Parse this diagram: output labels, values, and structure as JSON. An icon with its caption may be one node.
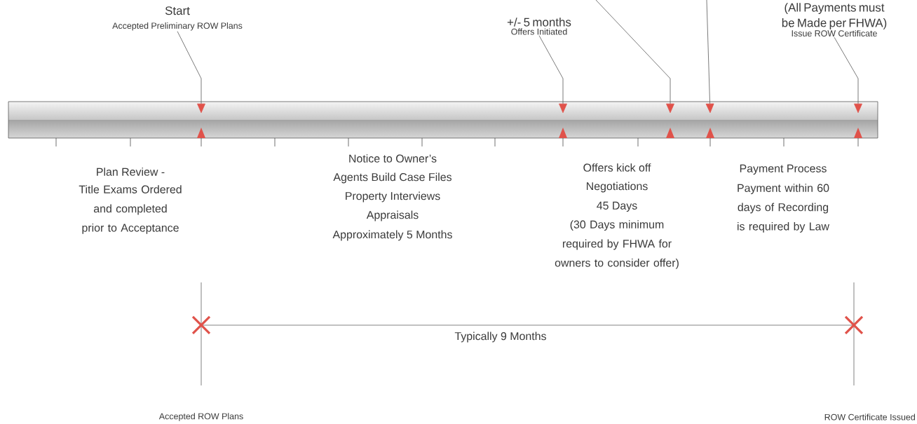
{
  "diagram": {
    "nodes": [
      {
        "text": [
          "Start",
          "Accepted Preliminary ROW Plans"
        ]
      },
      {
        "text": [
          "+/- 5 months",
          "Offers Initiated"
        ]
      },
      {
        "text": [
          "(All Payments must be Made per FHWA)",
          "Issue ROW Certificate"
        ]
      },
      {
        "text": [],
        "shape": "triangle"
      },
      {
        "text": [],
        "shape": "triangle"
      },
      {
        "text": [],
        "shape": "triangle"
      },
      {
        "text": [],
        "shape": "triangle"
      },
      {
        "text": [],
        "shape": "triangle"
      }
    ],
    "edges": [
      {
        "from": 0,
        "to": 3,
        "arrow": "to"
      },
      {
        "from": 1,
        "to": 4,
        "arrow": "to"
      },
      {
        "from": null,
        "to": 5,
        "arrow": "to"
      },
      {
        "from": null,
        "to": 6,
        "arrow": "to"
      },
      {
        "from": 2,
        "to": 7,
        "arrow": "to"
      }
    ],
    "labels": [
      "Plan Review -",
      "Title Exams Ordered and completed prior to Acceptance",
      "Notice to Owner’s",
      "Agents Build Case Files",
      "Property Interviews",
      "Appraisals",
      "Approximately 5 Months",
      "Offers kick off",
      "Negotiations",
      "45 Days",
      "(30 Days minimum required by FHWA for owners to consider offer)",
      "Payment Process",
      "Payment within 60 days of Recording is required by Law",
      "Typically 9 Months",
      "Accepted ROW Plans",
      "ROW Certificate Issued"
    ]
  }
}
